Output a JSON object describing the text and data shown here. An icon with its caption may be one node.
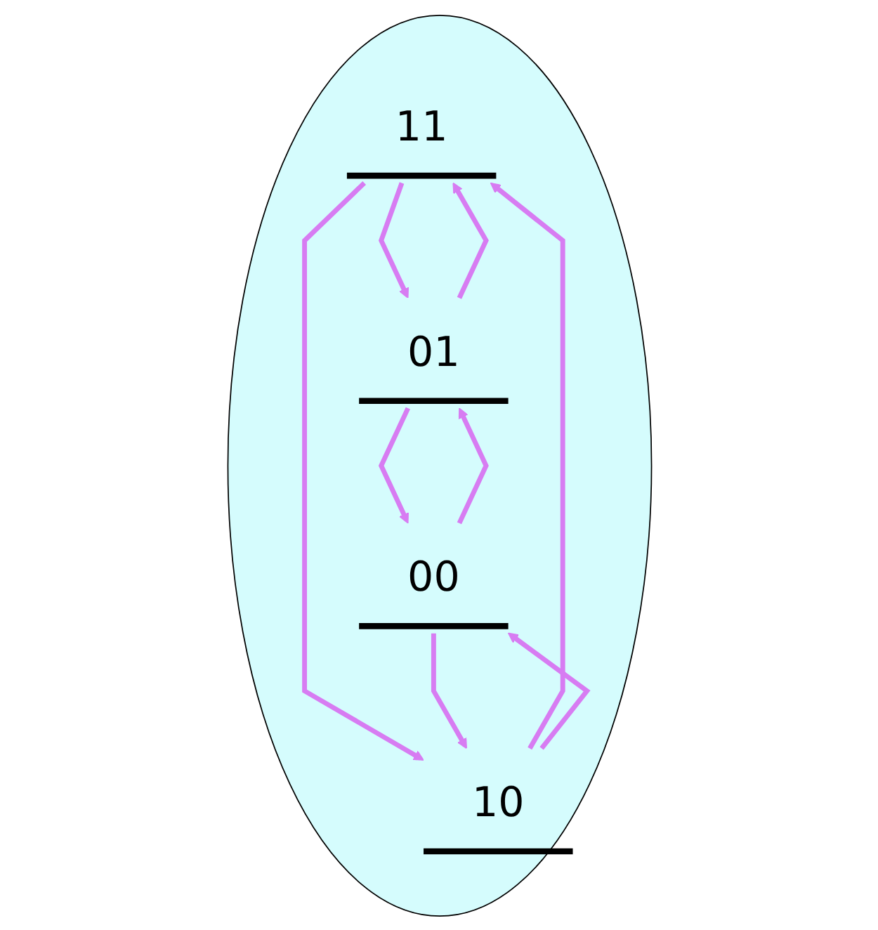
{
  "diagram": {
    "nodes": [
      {
        "text": [],
        "shape": "circle"
      },
      {
        "text": [
          "11"
        ],
        "in": 0
      },
      {
        "text": [
          "10"
        ],
        "in": 0
      },
      {
        "text": [
          "01"
        ],
        "in": 0
      },
      {
        "text": [
          "00"
        ],
        "in": 0
      }
    ],
    "edges": [
      {
        "from": 3,
        "to": 1,
        "arrow": "to"
      },
      {
        "from": 1,
        "to": 3,
        "arrow": "to"
      },
      {
        "from": 2,
        "to": 1,
        "arrow": "to"
      },
      {
        "from": 1,
        "to": 2,
        "arrow": "to"
      },
      {
        "from": 4,
        "to": 2,
        "arrow": "to"
      },
      {
        "from": 2,
        "to": 4,
        "arrow": "to"
      },
      {
        "from": 4,
        "to": 3,
        "arrow": "to"
      },
      {
        "from": 3,
        "to": 4,
        "arrow": "to"
      }
    ]
  }
}
